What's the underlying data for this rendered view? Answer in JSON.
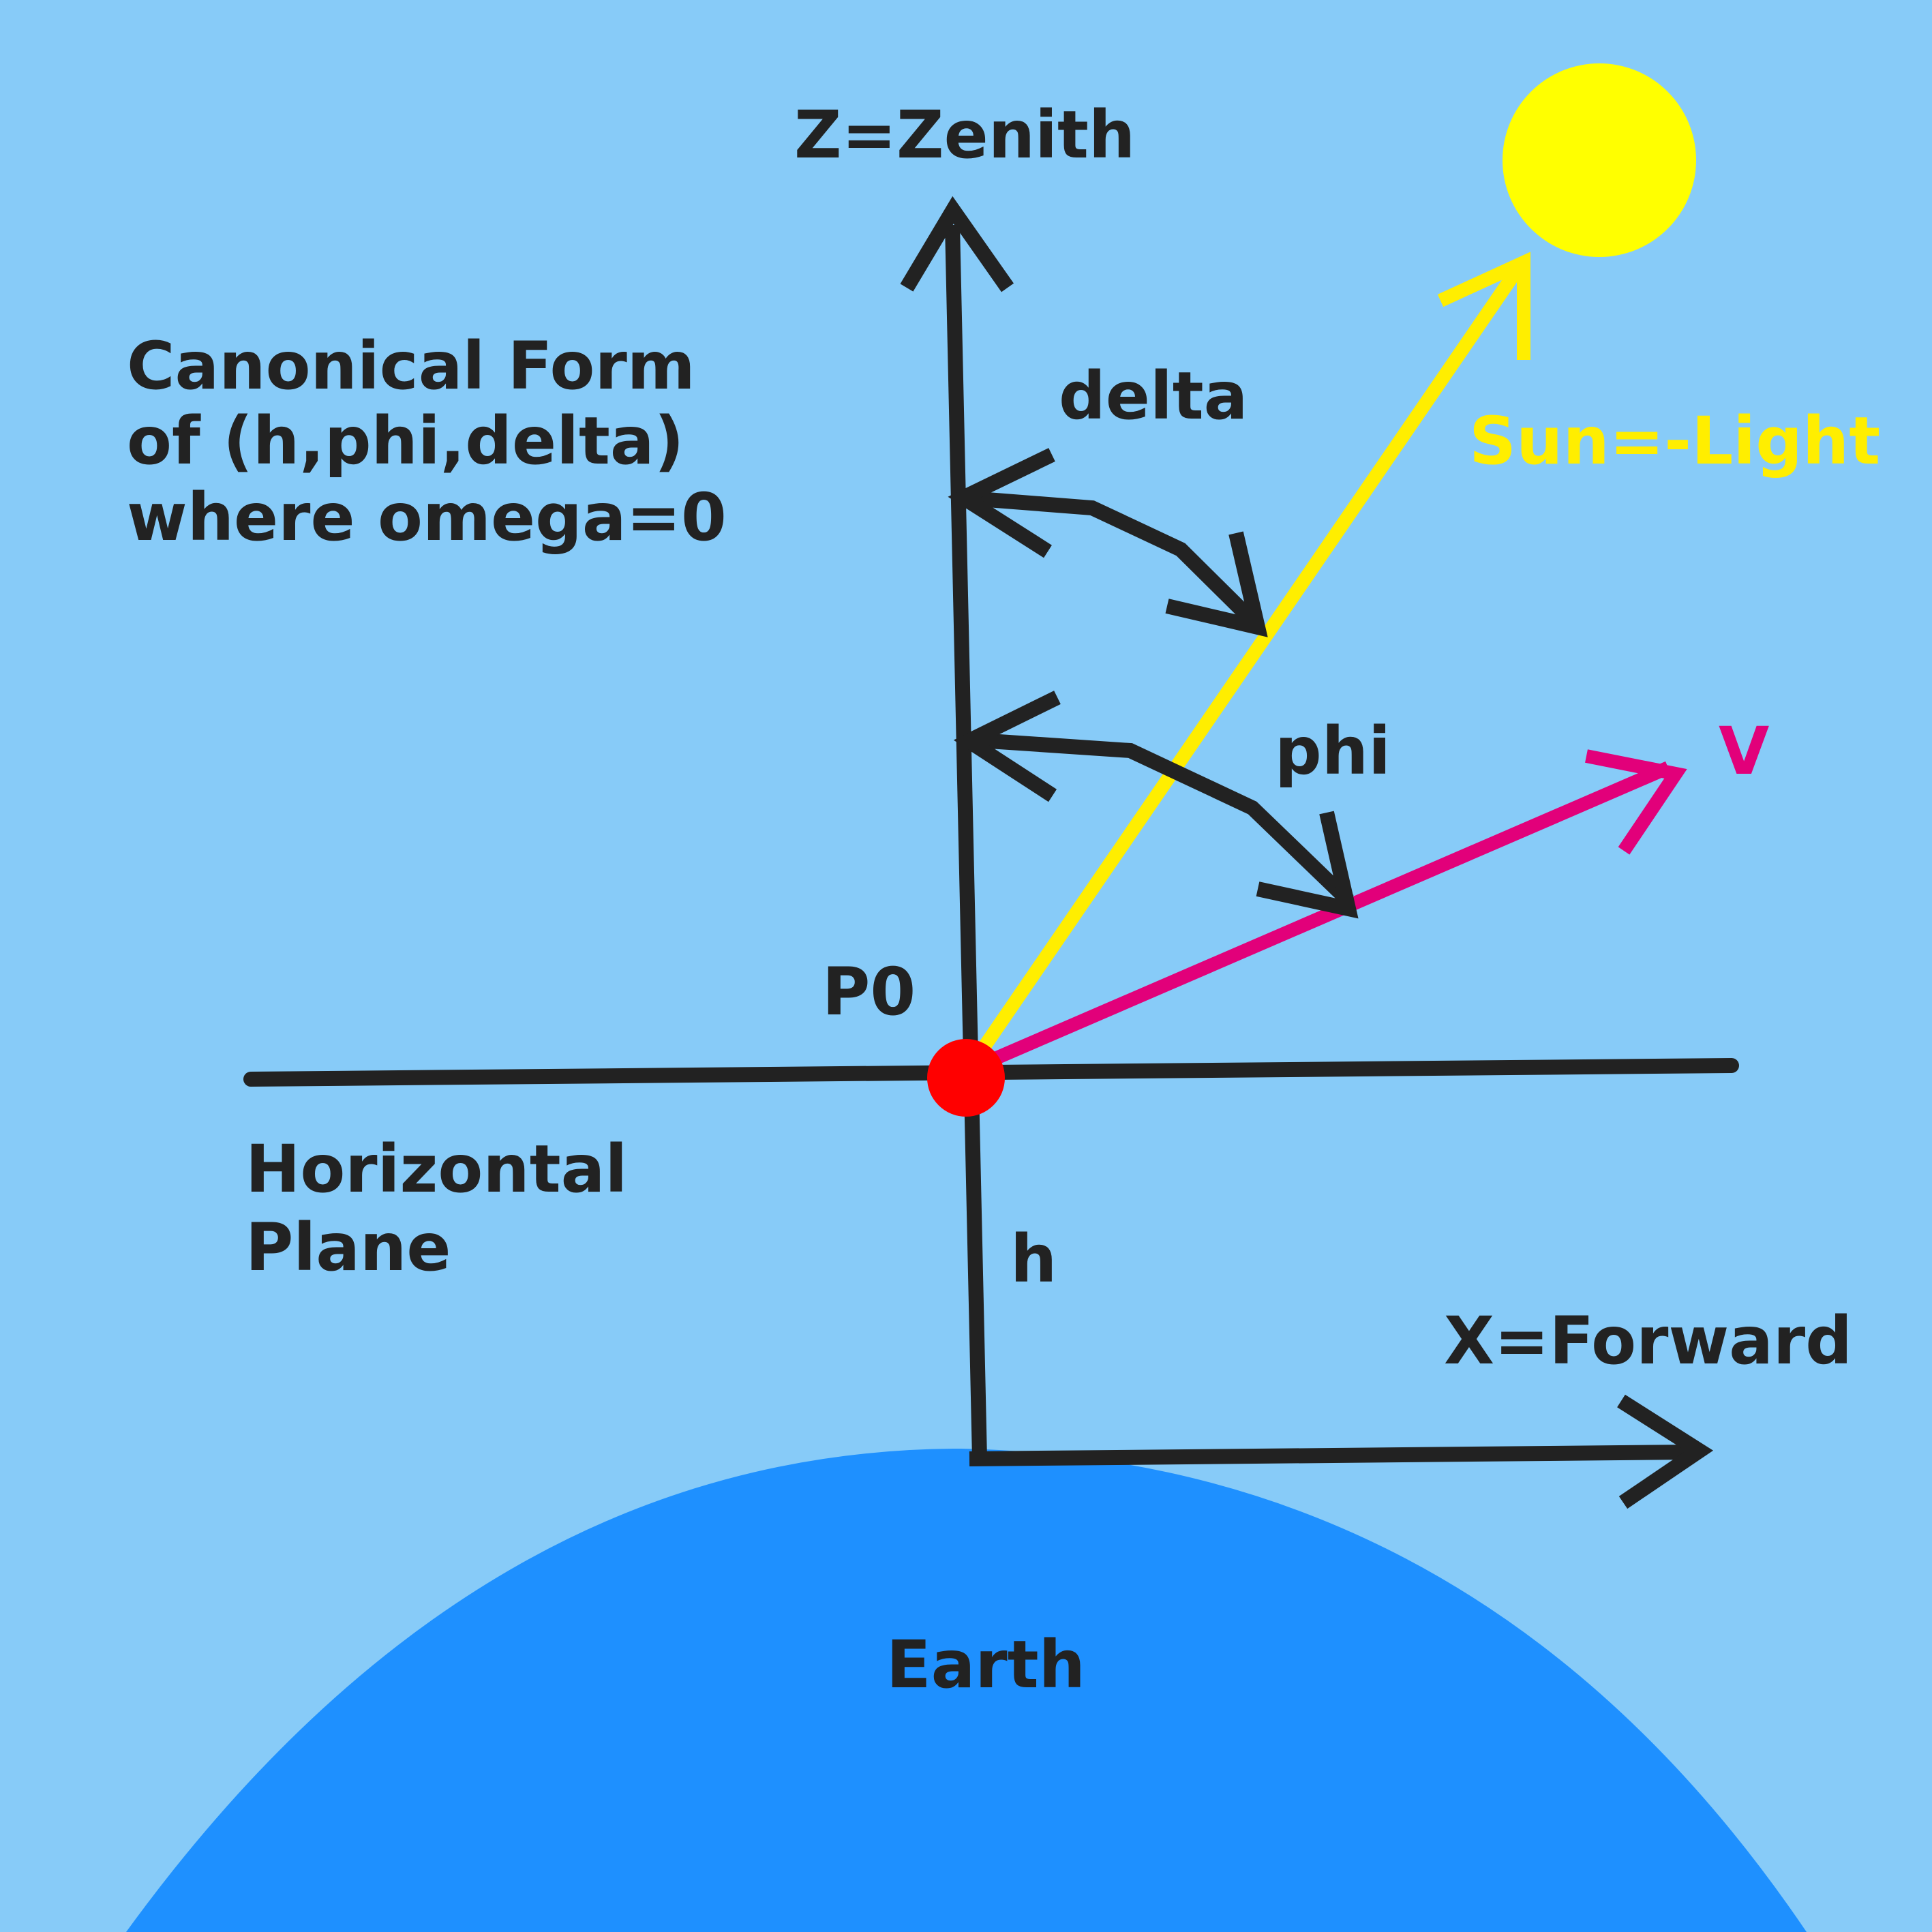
{
  "colors": {
    "sky": "#87cbf8",
    "earth": "#1e90ff",
    "ink": "#222222",
    "sun": "#ffff00",
    "sun_ray": "#ffee00",
    "view_vector": "#e2007a",
    "point": "#ff0000"
  },
  "labels": {
    "title_line1": "Canonical Form",
    "title_line2": "of (h,phi,delta)",
    "title_line3": "where omega=0",
    "zenith": "Z=Zenith",
    "delta": "delta",
    "sun_light": "Sun=-Light",
    "phi": "phi",
    "v": "V",
    "p0": "P0",
    "horizontal_line1": "Horizontal",
    "horizontal_line2": "Plane",
    "h": "h",
    "forward": "X=Forward",
    "earth": "Earth"
  }
}
